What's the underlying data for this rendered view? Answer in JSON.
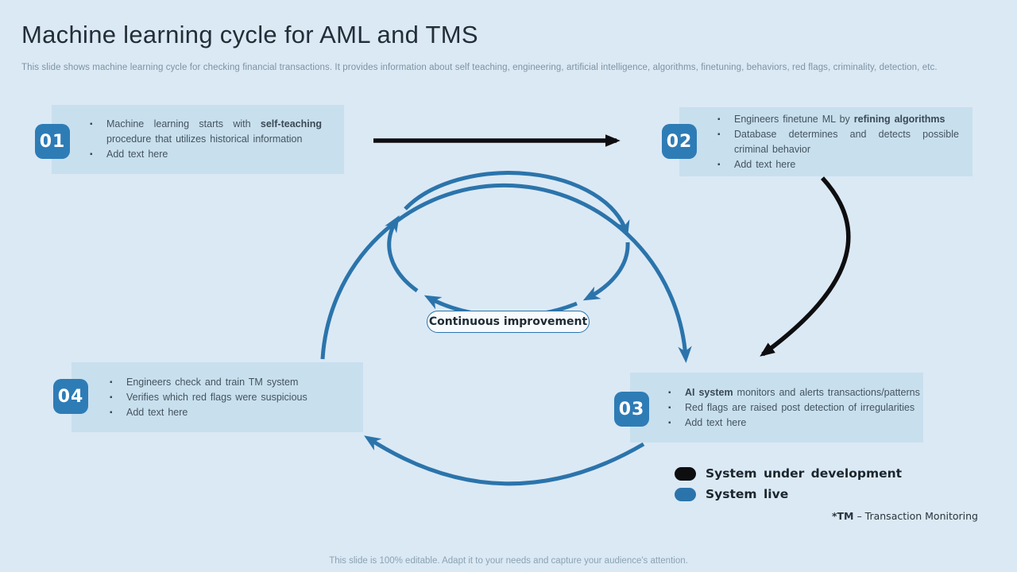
{
  "slide": {
    "title": "Machine learning cycle for AML and TMS",
    "subtitle": "This slide shows machine learning cycle for checking financial transactions. It provides information about self teaching, engineering, artificial intelligence, algorithms, finetuning, behaviors, red flags, criminality, detection, etc.",
    "footer": "This slide is 100% editable. Adapt it to your needs and capture your audience's attention."
  },
  "colors": {
    "background": "#dbe9f5",
    "box_fill": "#c8dfee",
    "badge_blue": "#2e7cb6",
    "arrow_blue": "#2b74ab",
    "arrow_black": "#0e0e10",
    "title_text": "#232e37",
    "body_text": "#44545e",
    "muted_text": "#7f93a1"
  },
  "steps": [
    {
      "number": "01",
      "bullets": [
        [
          {
            "t": "Machine learning starts with "
          },
          {
            "t": "self-teaching",
            "b": true
          },
          {
            "t": " procedure that utilizes historical information"
          }
        ],
        [
          {
            "t": "Add text here"
          }
        ]
      ]
    },
    {
      "number": "02",
      "bullets": [
        [
          {
            "t": "Engineers finetune ML by "
          },
          {
            "t": "refining algorithms",
            "b": true
          }
        ],
        [
          {
            "t": "Database determines and detects possible criminal behavior"
          }
        ],
        [
          {
            "t": "Add text here"
          }
        ]
      ]
    },
    {
      "number": "03",
      "bullets": [
        [
          {
            "t": "AI system",
            "b": true
          },
          {
            "t": " monitors and alerts transactions/patterns"
          }
        ],
        [
          {
            "t": "Red flags are raised post detection of irregularities"
          }
        ],
        [
          {
            "t": "Add text here"
          }
        ]
      ]
    },
    {
      "number": "04",
      "bullets": [
        [
          {
            "t": "Engineers check and train TM system"
          }
        ],
        [
          {
            "t": "Verifies which red flags were suspicious"
          }
        ],
        [
          {
            "t": "Add text here"
          }
        ]
      ]
    }
  ],
  "center_label": "Continuous improvement",
  "legend": [
    {
      "label": "System under development",
      "color": "#0e0e10"
    },
    {
      "label": "System live",
      "color": "#2b74ab"
    }
  ],
  "footnote": {
    "abbr": "*TM",
    "rest": " – Transaction Monitoring"
  }
}
